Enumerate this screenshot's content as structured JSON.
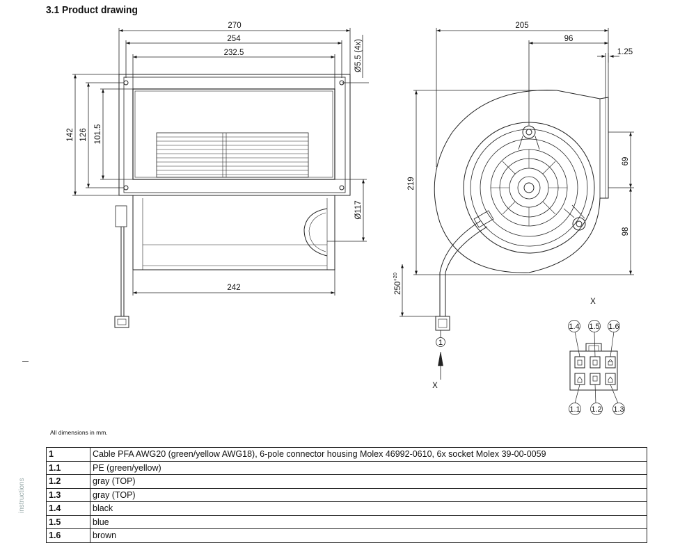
{
  "section_title": "3.1 Product drawing",
  "dimensions": {
    "front": {
      "width_270": "270",
      "width_254": "254",
      "width_232_5": "232.5",
      "hole_dia": "Ø5.5 (4x)",
      "height_142": "142",
      "height_126": "126",
      "height_101_5": "101.5",
      "dia_117": "Ø117",
      "width_242": "242"
    },
    "side": {
      "width_205": "205",
      "width_96": "96",
      "thickness_1_25": "1.25",
      "height_219": "219",
      "height_69": "69",
      "height_98": "98",
      "cable_length": "250",
      "cable_tol": "+20"
    }
  },
  "view_label": "X",
  "callout_1": "1",
  "connector_pins": {
    "top": [
      "1.4",
      "1.5",
      "1.6"
    ],
    "bottom": [
      "1.1",
      "1.2",
      "1.3"
    ]
  },
  "note": "All dimensions in mm.",
  "legend_rows": [
    {
      "key": "1",
      "desc": "Cable PFA AWG20 (green/yellow AWG18), 6-pole connector housing Molex 46992-0610, 6x socket Molex 39-00-0059"
    },
    {
      "key": "1.1",
      "desc": "PE (green/yellow)"
    },
    {
      "key": "1.2",
      "desc": "gray (TOP)"
    },
    {
      "key": "1.3",
      "desc": "gray (TOP)"
    },
    {
      "key": "1.4",
      "desc": "black"
    },
    {
      "key": "1.5",
      "desc": "blue"
    },
    {
      "key": "1.6",
      "desc": "brown"
    }
  ],
  "side_text": "instructions"
}
